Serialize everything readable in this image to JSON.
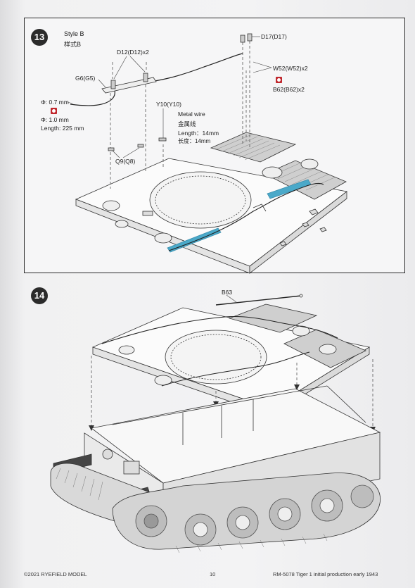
{
  "step13": {
    "number": "13",
    "style_title": "Style B",
    "style_title_cn": "样式B",
    "parts": {
      "d12": "D12(D12)x2",
      "g6": "G6(G5)",
      "d17": "D17(D17)",
      "w52": "W52(W52)x2",
      "b62": "B62(B62)x2",
      "y10": "Y10(Y10)",
      "q9": "Q9(Q8)"
    },
    "wire_spec": {
      "dia1": "Φ: 0.7 mm",
      "dia2": "Φ: 1.0 mm",
      "length": "Length: 225 mm"
    },
    "metal_wire": {
      "title": "Metal wire",
      "title_cn": "金属线",
      "length": "Length：14mm",
      "length_cn": "长度：14mm"
    }
  },
  "step14": {
    "number": "14",
    "parts": {
      "b63": "B63"
    }
  },
  "footer": {
    "copyright": "©2021 RYEFIELD MODEL",
    "page": "10",
    "product": "RM-5078  Tiger 1 initial production early 1943"
  },
  "colors": {
    "highlight": "#4aa9c9",
    "step_badge": "#2b2b2b",
    "icon_red": "#c0272d"
  }
}
